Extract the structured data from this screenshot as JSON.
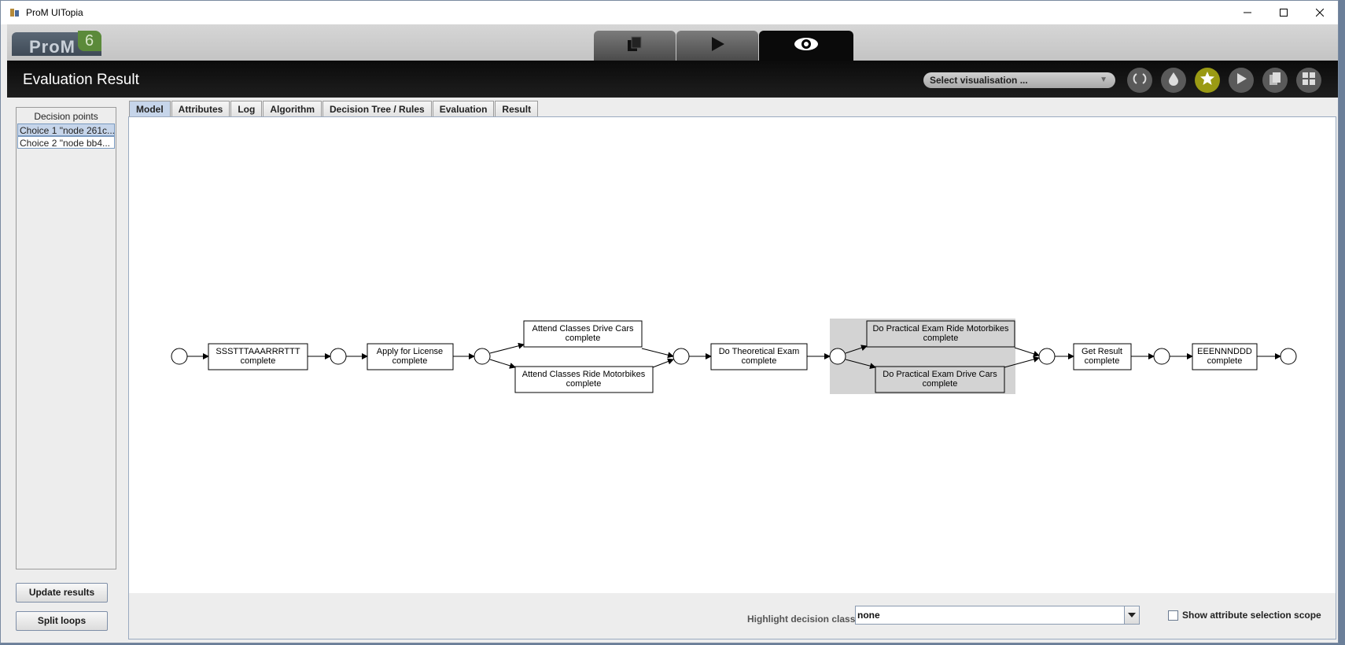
{
  "window": {
    "title": "ProM UITopia"
  },
  "header": {
    "logo_text": "ProM",
    "logo_version": "6"
  },
  "toolbar": {
    "page_title": "Evaluation Result",
    "visualisation_select": "Select visualisation ..."
  },
  "left_panel": {
    "header": "Decision points",
    "items": [
      "Choice 1 \"node 261c...",
      "Choice 2 \"node bb4..."
    ]
  },
  "buttons": {
    "update": "Update results",
    "split": "Split loops"
  },
  "tabs": [
    "Model",
    "Attributes",
    "Log",
    "Algorithm",
    "Decision Tree / Rules",
    "Evaluation",
    "Result"
  ],
  "model": {
    "transitions": {
      "start": [
        "SSSTTTAAARRRTTT",
        "complete"
      ],
      "apply": [
        "Apply for License",
        "complete"
      ],
      "cars": [
        "Attend Classes Drive Cars",
        "complete"
      ],
      "motor": [
        "Attend Classes Ride Motorbikes",
        "complete"
      ],
      "theory": [
        "Do Theoretical Exam",
        "complete"
      ],
      "prac_motor": [
        "Do Practical Exam Ride Motorbikes",
        "complete"
      ],
      "prac_cars": [
        "Do Practical Exam Drive Cars",
        "complete"
      ],
      "result": [
        "Get Result",
        "complete"
      ],
      "end": [
        "EEENNNDDD",
        "complete"
      ]
    }
  },
  "bottom": {
    "highlight_label": "Highlight decision class",
    "highlight_value": "none",
    "show_scope_label": "Show attribute selection scope"
  },
  "colors": {
    "selection": "#c6d5ea",
    "highlight_region": "#d3d3d3",
    "active_tool": "#9a9a14"
  }
}
